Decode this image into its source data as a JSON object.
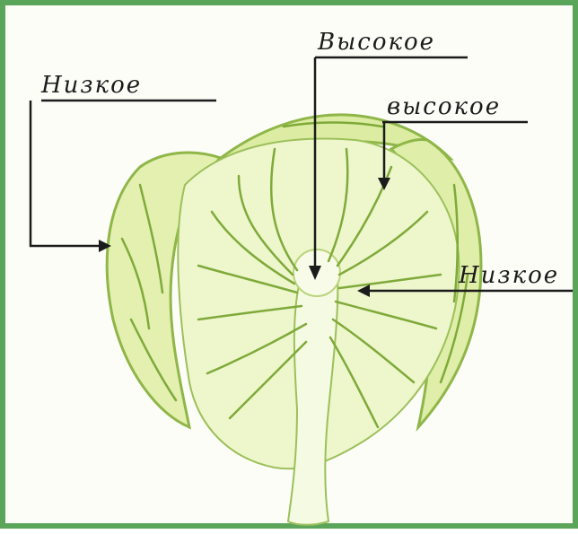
{
  "labels": {
    "low_left": "Низкое",
    "high_top": "Высокое",
    "high_right": "высокое",
    "low_right": "Низкое"
  },
  "colors": {
    "frame": "#5aa55a",
    "leaf_fill": "#e6f2b8",
    "leaf_dark": "#9cc05a",
    "vein": "#7faa3a",
    "ink": "#1b1b1b"
  }
}
